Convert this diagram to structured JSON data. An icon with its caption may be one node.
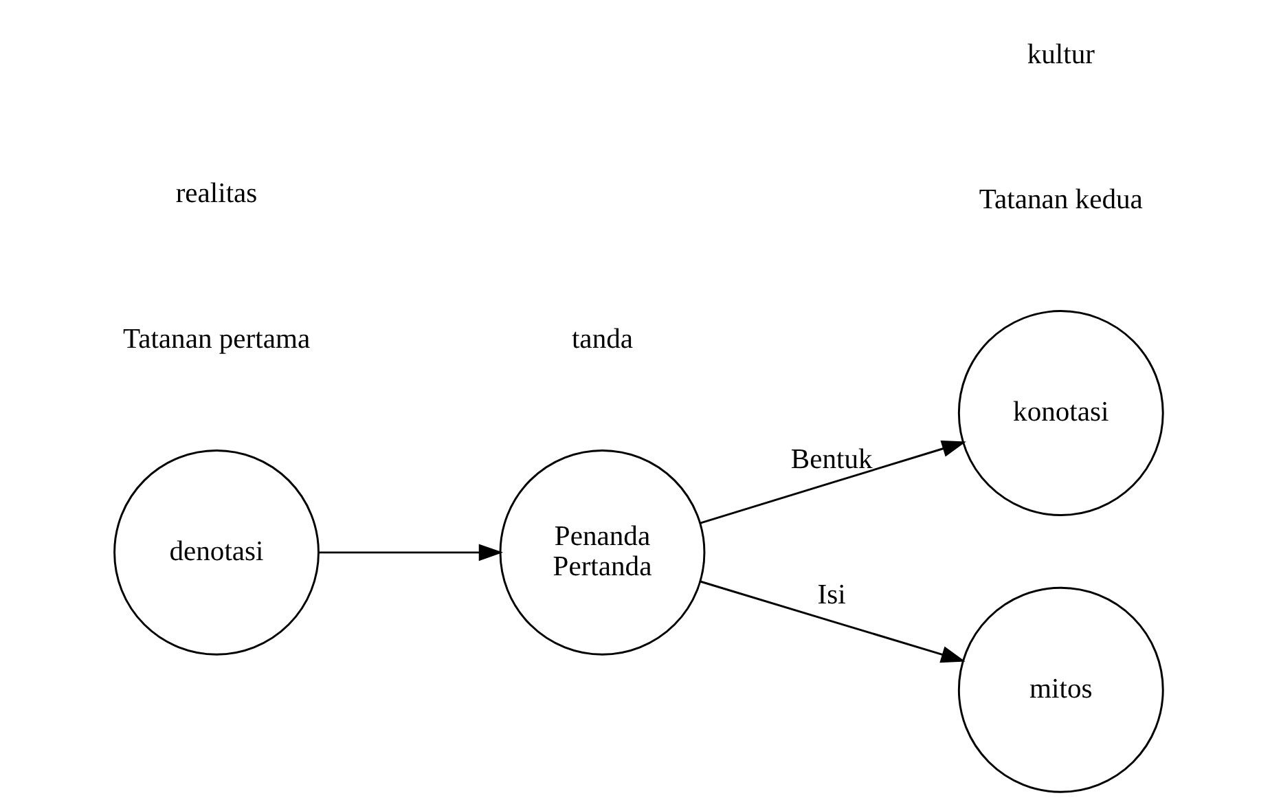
{
  "diagram": {
    "nodes": [
      {
        "text": [
          "denotasi"
        ]
      },
      {
        "text": [
          "Penanda",
          "Pertanda"
        ]
      },
      {
        "text": [
          "konotasi"
        ]
      },
      {
        "text": [
          "mitos"
        ]
      }
    ],
    "edges": [
      {
        "from": 0,
        "to": 1,
        "arrow": "to"
      },
      {
        "from": 1,
        "to": 2,
        "arrow": "to",
        "label": "Bentuk"
      },
      {
        "from": 1,
        "to": 3,
        "arrow": "to",
        "label": "Isi"
      }
    ],
    "labels": [
      "Tatanan pertama",
      "Tatanan kedua",
      "realitas",
      "tanda",
      "kultur"
    ]
  }
}
